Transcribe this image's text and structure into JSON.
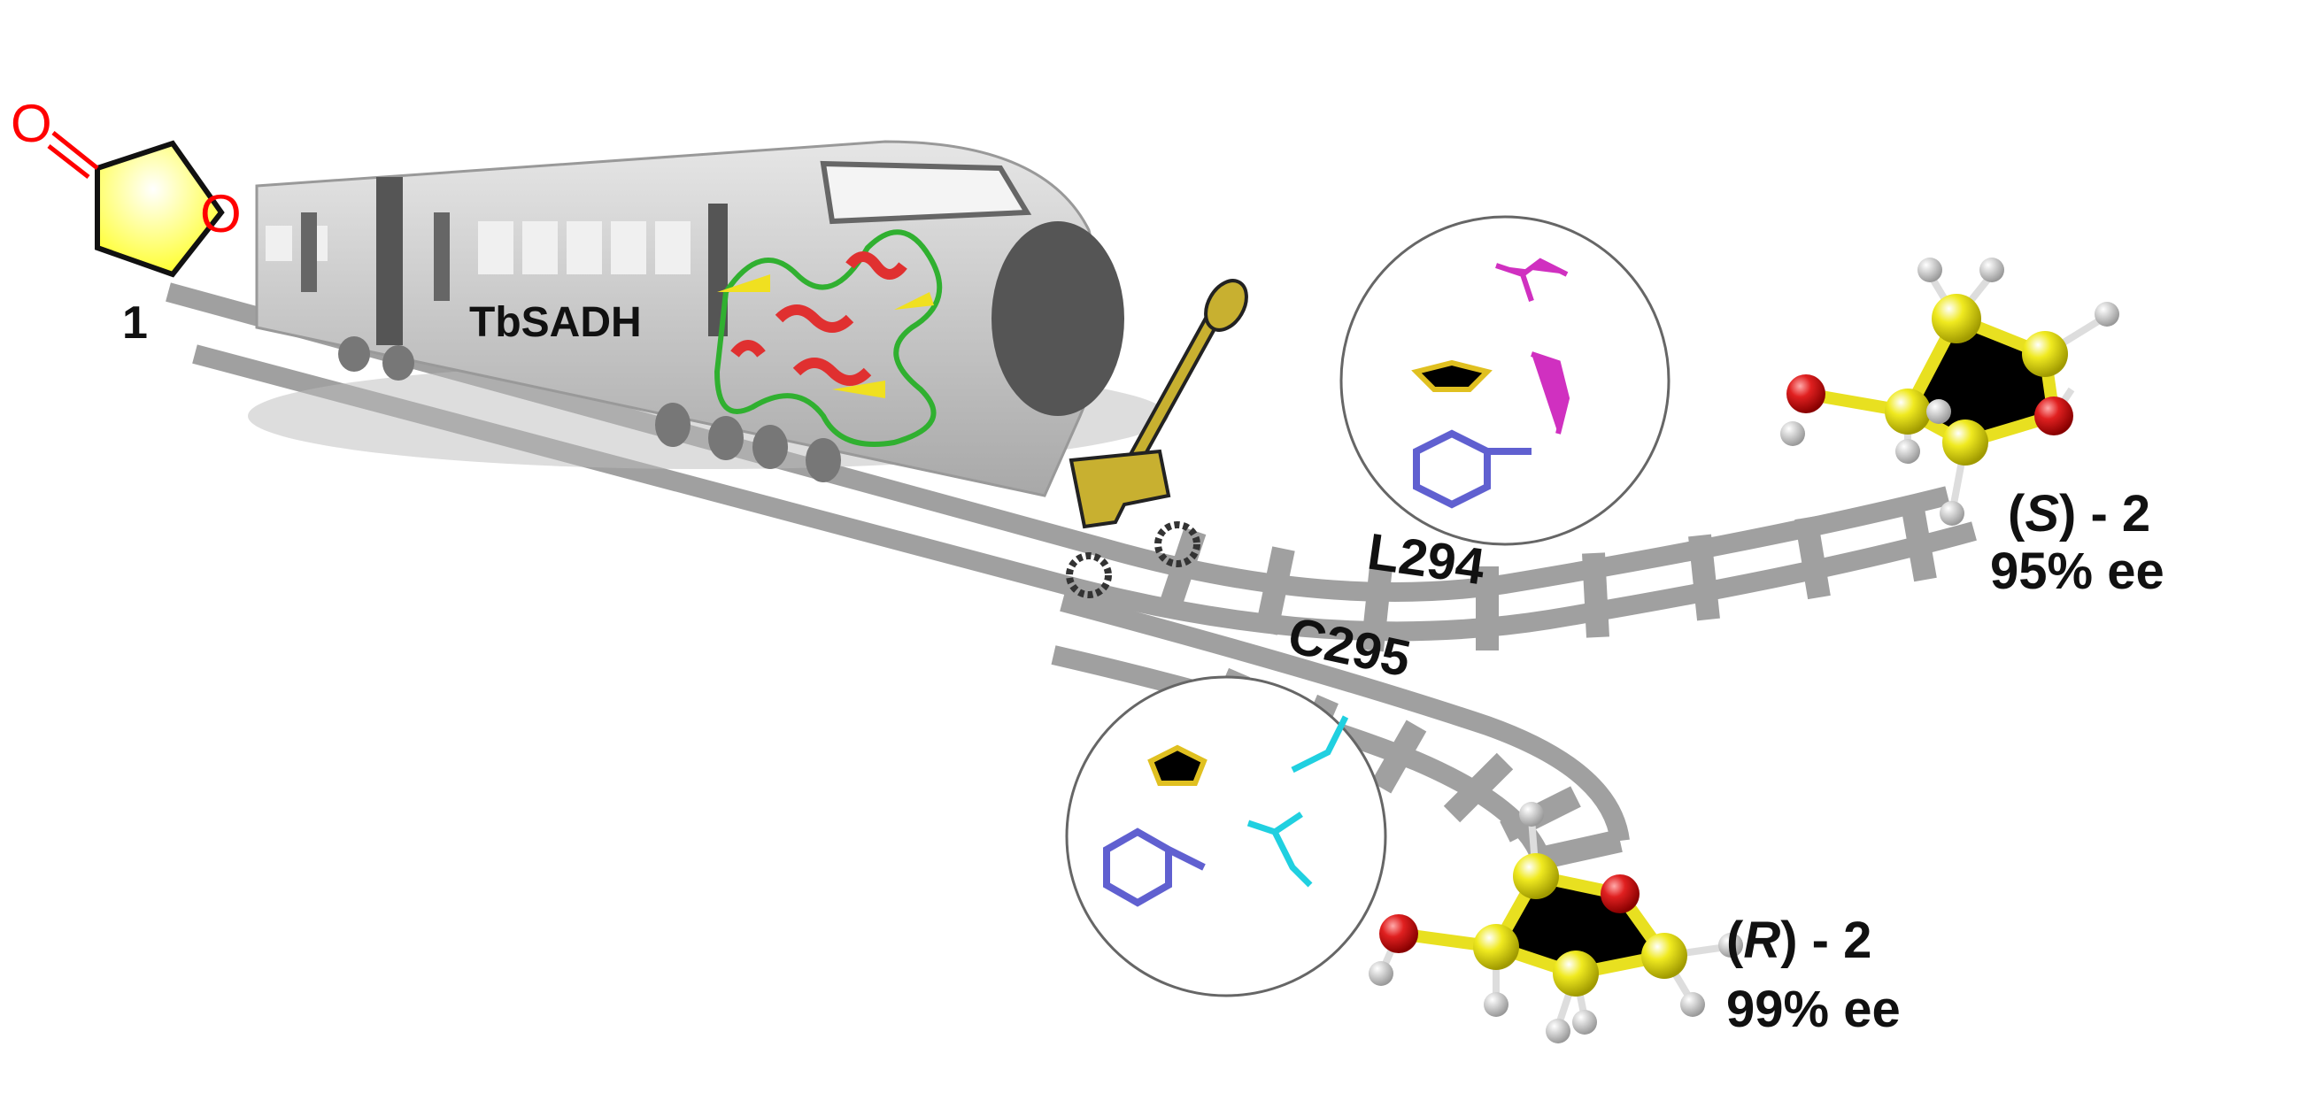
{
  "compound_1": {
    "label": "1",
    "carbonyl_o": "O",
    "ring_o": "O"
  },
  "enzyme": {
    "label": "TbSADH"
  },
  "mutations": {
    "upper": "L294",
    "lower": "C295"
  },
  "product_s": {
    "label_open": "(",
    "config": "S",
    "label_close": ") - 2",
    "ee": "95% ee"
  },
  "product_r": {
    "label_open": "(",
    "config": "R",
    "label_close": ") - 2",
    "ee": "99% ee"
  },
  "colors": {
    "carbon": "#e8e020",
    "oxygen": "#e03030",
    "hydrogen": "#dddddd",
    "track": "#9a9a9a",
    "train": "#c8c8c8",
    "wrench": "#c8b030"
  }
}
